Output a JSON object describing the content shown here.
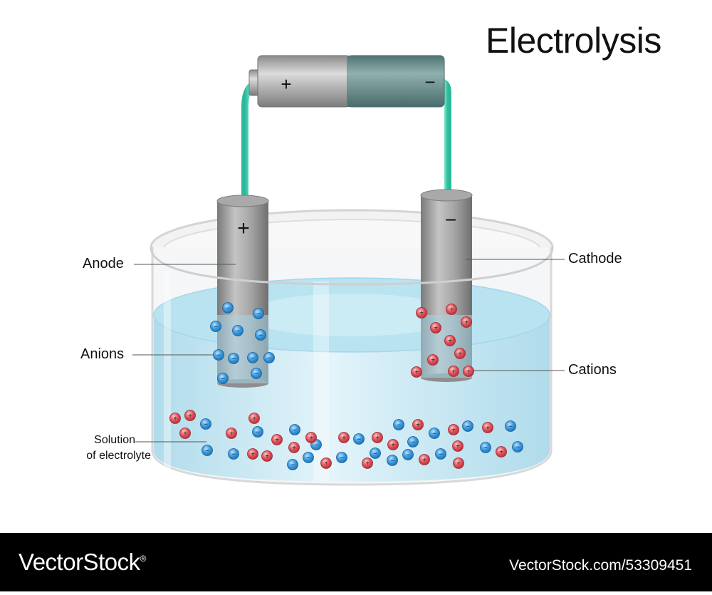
{
  "title": "Electrolysis",
  "battery": {
    "positive_sign": "+",
    "negative_sign": "−"
  },
  "electrodes": {
    "anode_sign": "+",
    "cathode_sign": "−"
  },
  "labels": {
    "anode": "Anode",
    "cathode": "Cathode",
    "anions": "Anions",
    "cations": "Cations",
    "solution_line1": "Solution",
    "solution_line2": "of electrolyte"
  },
  "ions": {
    "anion_symbol": "−",
    "cation_symbol": "+"
  },
  "colors": {
    "wire": "#3fd3b2",
    "electrode": "#8e8e8e",
    "solution": "#bfe6f2",
    "anion": "#2e8fd8",
    "cation": "#e0474f"
  },
  "footer": {
    "brand": "VectorStock",
    "registered_mark": "®",
    "stock_id": "VectorStock.com/53309451"
  }
}
